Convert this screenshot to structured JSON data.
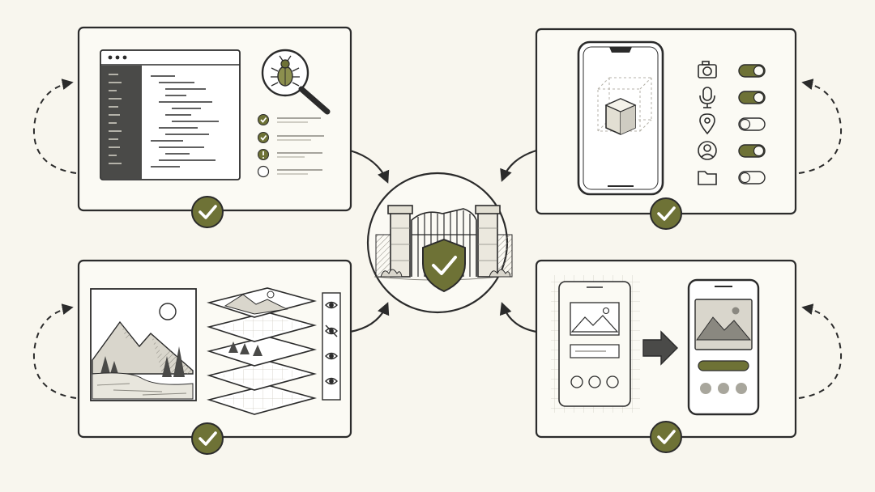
{
  "colors": {
    "background": "#f8f6ee",
    "ink": "#2b2b2b",
    "accent_olive": "#6e7236",
    "accent_olive_dark": "#4d5026",
    "panel_fill": "#fbfaf4",
    "soft_gray": "#d9d6cc"
  },
  "center": {
    "icon": "gate-with-shield-icon",
    "badge_icon": "check-icon"
  },
  "panels": [
    {
      "id": "code-review",
      "icons": [
        "code-editor-icon",
        "bug-magnifier-icon",
        "checklist-icon"
      ],
      "status_icon": "check-badge-icon"
    },
    {
      "id": "device-permissions",
      "icons": [
        "phone-icon",
        "cube-icon",
        "camera-icon",
        "microphone-icon",
        "location-pin-icon",
        "user-icon",
        "folder-icon"
      ],
      "toggles_on": [
        true,
        true,
        false,
        true,
        false
      ],
      "status_icon": "check-badge-icon"
    },
    {
      "id": "image-layers",
      "icons": [
        "landscape-image-icon",
        "layers-icon",
        "eye-icon",
        "eye-off-icon"
      ],
      "status_icon": "check-badge-icon"
    },
    {
      "id": "design-to-device",
      "icons": [
        "wireframe-icon",
        "arrow-right-icon",
        "phone-mockup-icon"
      ],
      "status_icon": "check-badge-icon"
    }
  ],
  "checklist_states": [
    "done",
    "done",
    "warning",
    "empty"
  ]
}
